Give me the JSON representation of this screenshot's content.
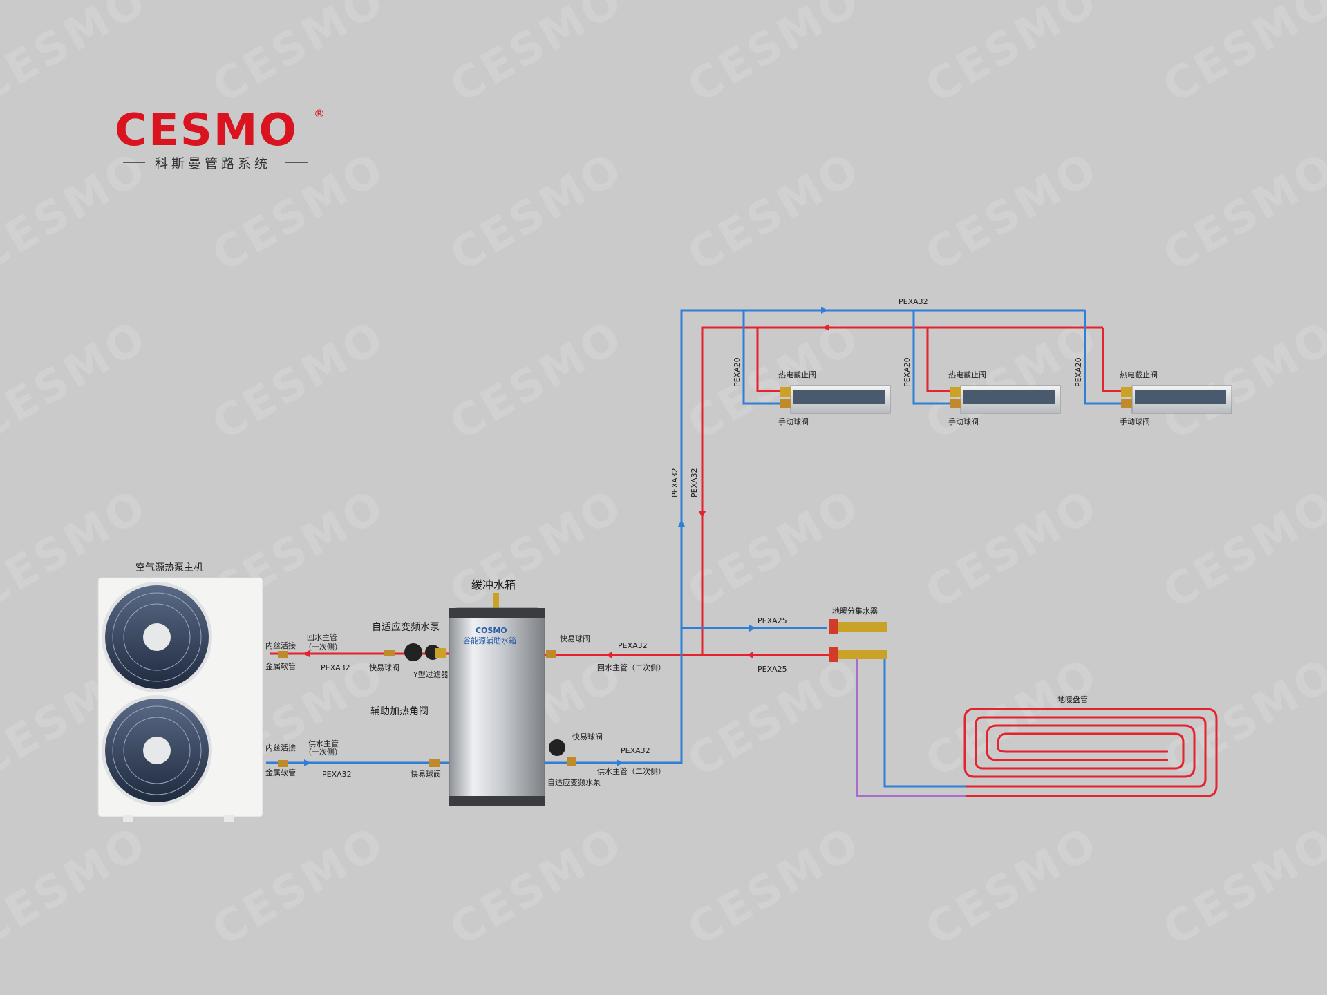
{
  "brand": {
    "name": "CESMO",
    "registered": "®",
    "subtitle": "科斯曼管路系统",
    "watermark": "CESMO",
    "color": "#d9131f"
  },
  "colors": {
    "supply_pipe": "#2f7fd6",
    "return_pipe": "#e4232e",
    "floor_return_pipe": "#a86bd0",
    "background": "#c9cac9"
  },
  "heat_pump": {
    "title": "空气源热泵主机",
    "return_connector": "内丝活接",
    "return_hose": "金属软管",
    "supply_connector": "内丝活接",
    "supply_hose": "金属软管"
  },
  "primary_loop": {
    "return_main": "回水主管",
    "return_main_side": "（一次侧）",
    "return_pipe_spec": "PEXA32",
    "return_pump": "自适应变频水泵",
    "return_valve": "快易球阀",
    "filter": "Y型过滤器",
    "aux_valve": "辅助加热角阀",
    "supply_main": "供水主管",
    "supply_main_side": "（一次侧）",
    "supply_pipe_spec": "PEXA32",
    "supply_valve": "快易球阀"
  },
  "buffer_tank": {
    "title": "缓冲水箱",
    "brand": "COSMO",
    "product_line": "谷能源辅助水箱"
  },
  "secondary_loop": {
    "return_valve": "快易球阀",
    "return_pipe_spec": "PEXA32",
    "return_main": "回水主管（二次侧）",
    "supply_valve": "快易球阀",
    "supply_pipe_spec": "PEXA32",
    "supply_main": "供水主管（二次侧）",
    "supply_pump": "自适应变频水泵",
    "riser_supply_spec": "PEXA32",
    "riser_return_spec": "PEXA32",
    "top_main_spec": "PEXA32"
  },
  "fan_coils": [
    {
      "branch_spec": "PEXA20",
      "valve_top": "热电截止阀",
      "valve_bottom": "手动球阀"
    },
    {
      "branch_spec": "PEXA20",
      "valve_top": "热电截止阀",
      "valve_bottom": "手动球阀"
    },
    {
      "branch_spec": "PEXA20",
      "valve_top": "热电截止阀",
      "valve_bottom": "手动球阀"
    }
  ],
  "floor_heating": {
    "manifold": "地暖分集水器",
    "supply_spec": "PEXA25",
    "return_spec": "PEXA25",
    "coil": "地暖盘管"
  }
}
